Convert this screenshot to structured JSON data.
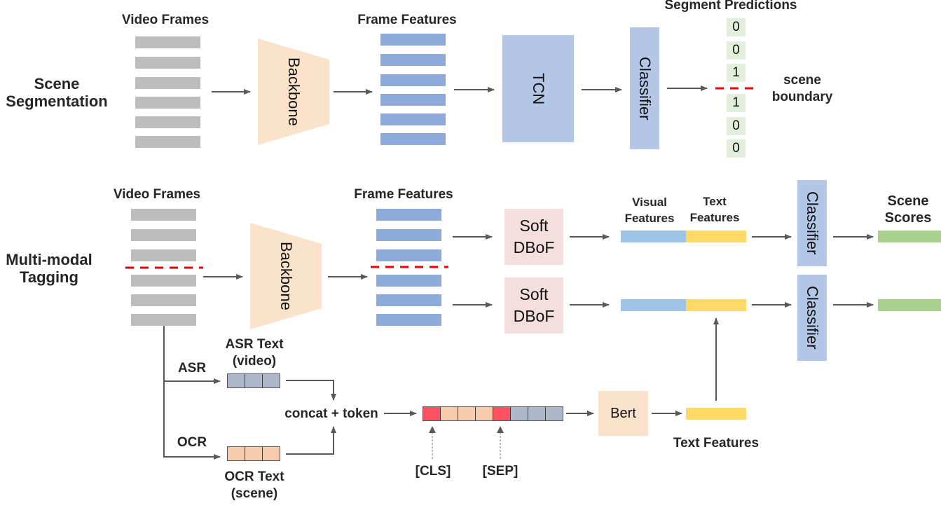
{
  "colors": {
    "frame": "#bdbdbd",
    "feature": "#8eaadb",
    "backbone": "#fbe3cb",
    "module_blue": "#b4c7e7",
    "soft_dbof": "#f4dfde",
    "prediction": "#e2efda",
    "visual_feature": "#9dc3e6",
    "text_feature": "#ffd966",
    "scene_score": "#a9d18e",
    "boundary": "#ee0000",
    "token_special": "#ff5163",
    "token_ocr": "#f8cbad",
    "token_asr": "#adb9ca",
    "arrow": "#595959"
  },
  "scene_segmentation": {
    "section_label_line1": "Scene",
    "section_label_line2": "Segmentation",
    "video_frames_label": "Video Frames",
    "backbone_label": "Backbone",
    "frame_features_label": "Frame Features",
    "tcn_label": "TCN",
    "classifier_label": "Classifier",
    "segment_predictions_label": "Segment Predictions",
    "predictions": [
      "0",
      "0",
      "1",
      "1",
      "0",
      "0"
    ],
    "boundary_label_line1": "scene",
    "boundary_label_line2": "boundary"
  },
  "multimodal_tagging": {
    "section_label_line1": "Multi-modal",
    "section_label_line2": "Tagging",
    "video_frames_label": "Video Frames",
    "backbone_label": "Backbone",
    "frame_features_label": "Frame Features",
    "soft_dbof_line1": "Soft",
    "soft_dbof_line2": "DBoF",
    "visual_features_line1": "Visual",
    "visual_features_line2": "Features",
    "text_features_line1": "Text",
    "text_features_line2": "Features",
    "classifier_label": "Classifier",
    "scene_scores_line1": "Scene",
    "scene_scores_line2": "Scores",
    "asr_branch_label": "ASR",
    "ocr_branch_label": "OCR",
    "asr_text_line1": "ASR Text",
    "asr_text_line2": "(video)",
    "ocr_text_line1": "OCR Text",
    "ocr_text_line2": "(scene)",
    "concat_label": "concat + token",
    "cls_token_label": "[CLS]",
    "sep_token_label": "[SEP]",
    "bert_label": "Bert",
    "text_features_label": "Text Features"
  }
}
